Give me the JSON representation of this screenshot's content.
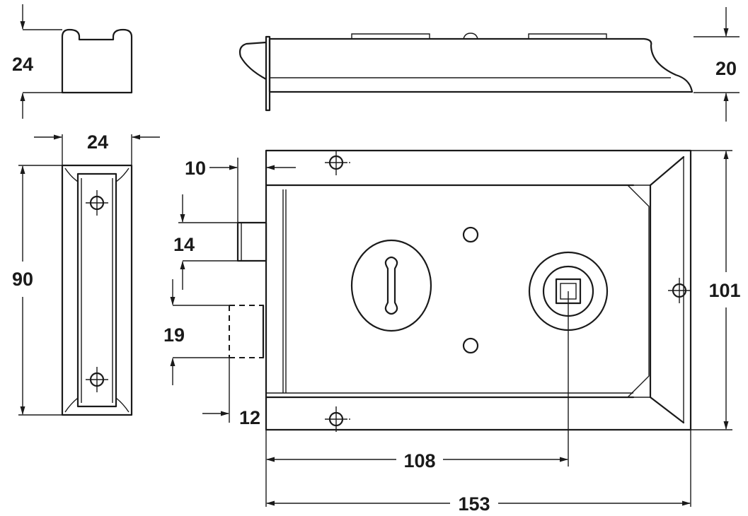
{
  "dimensions": {
    "keep_height": "24",
    "side_height": "20",
    "keep_width": "24",
    "keep_length": "90",
    "bolt_projection": "10",
    "bolt_height": "14",
    "latch_height": "19",
    "latch_projection": "12",
    "body_height": "101",
    "backset": "108",
    "body_length": "153"
  }
}
